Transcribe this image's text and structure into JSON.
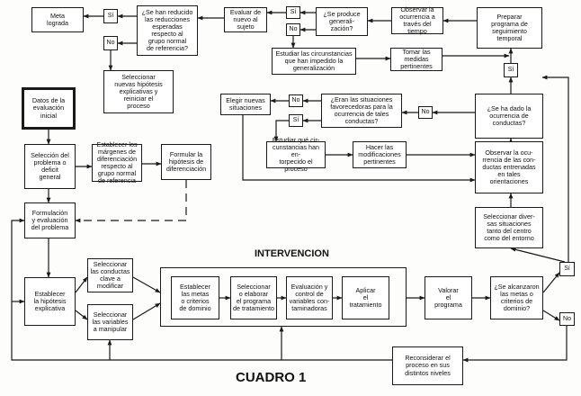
{
  "title": "CUADRO 1",
  "intervention_label": "INTERVENCION",
  "nodes": {
    "meta_lograda": "Meta\nlograda",
    "q_reducido": "¿Se han reducido\nlas reducciones\nesperadas\nrespecto al\ngrupo normal\nde referencia?",
    "seleccionar_nuevas": "Seleccionar\nnuevas hipótesis\nexplicativas y\nreiniciar el\nproceso",
    "evaluar_nuevo": "Evaluar de\nnuevo al\nsujeto",
    "q_generalizacion": "¿Se produce\ngenerali-\nzación?",
    "observar_tiempo": "Observar la\nocurrencia a\ntravés del\ntiempo",
    "preparar_seguimiento": "Preparar\nprograma de\nseguimiento\ntemporal",
    "estudiar_circunstancias": "Estudiar las circunstancias\nque han impedido la\ngeneralización",
    "tomar_medidas": "Tomar las\nmedidas\npertinentes",
    "q_ocurrencia": "¿Se ha dado la\nocurrencia de\nconductas?",
    "q_favorecedoras": "¿Eran las situaciones\nfavorecedoras para la\nocurrencia de tales\nconductas?",
    "elegir_situaciones": "Elegir nuevas\nsituaciones",
    "estudiar_que": "Estudiar qué cir-\ncunstancias han en-\ntorpecido el proceso",
    "hacer_modificaciones": "Hacer las\nmodificaciones\npertinentes",
    "observar_conductas": "Observar la ocu-\nrrencia de las con-\nductas entrenadas\nen tales\norientaciones",
    "seleccionar_diversas": "Seleccionar diver-\nsas situaciones\ntanto del centro\ncomo del entorno",
    "datos_evaluacion": "Datos de la\nevaluación\ninicial",
    "seleccion_problema": "Selección del\nproblema o\ndeficit\ngeneral",
    "establecer_margenes": "Establecer los\nmárgenes de\ndiferenciación\nrespecto al\ngrupo normal\nde referencia",
    "formular_hipotesis": "Formular la\nhipótesis de\ndiferenciación",
    "formulacion_problema": "Formulación\ny evaluación\ndel problema",
    "establecer_hipotesis": "Establecer\nla hipótesis\nexplicativa",
    "seleccionar_conductas": "Seleccionar\nlas conductas\nclave a\nmodificar",
    "seleccionar_variables": "Seleccionar\nlas variables\na manipular",
    "establecer_metas": "Establecer\nlas metas\no criterios\nde dominio",
    "seleccionar_programa": "Seleccionar\no elaborar\nel programa\nde tratamiento",
    "evaluacion_control": "Evaluación y\ncontrol de\nvariables con-\ntaminadoras",
    "aplicar_tratamiento": "Aplicar\nel\ntratamiento",
    "valorar_programa": "Valorar\nel\nprograma",
    "q_metas": "¿Se alcanzaron\nlas metas o\ncriterios de\ndominio?",
    "reconsiderar": "Reconsiderar el\nproceso en sus\ndistintos niveles"
  },
  "answers": {
    "yes": "Sí",
    "no": "No"
  }
}
